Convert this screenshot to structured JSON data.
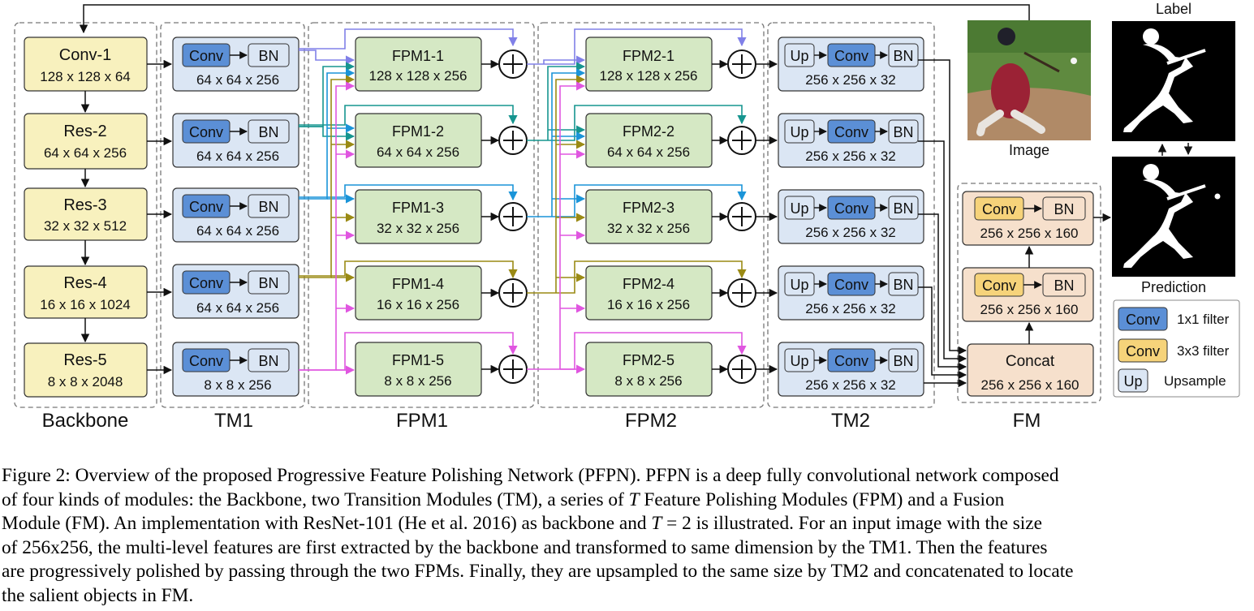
{
  "diagram": {
    "groups": {
      "backbone": "Backbone",
      "tm1": "TM1",
      "fpm1": "FPM1",
      "fpm2": "FPM2",
      "tm2": "TM2",
      "fm": "FM"
    },
    "backbone": [
      {
        "name": "Conv-1",
        "dim": "128 x 128 x 64"
      },
      {
        "name": "Res-2",
        "dim": "64 x 64 x 256"
      },
      {
        "name": "Res-3",
        "dim": "32 x 32 x 512"
      },
      {
        "name": "Res-4",
        "dim": "16 x 16 x 1024"
      },
      {
        "name": "Res-5",
        "dim": "8 x 8 x 2048"
      }
    ],
    "tm1": {
      "conv": "Conv",
      "bn": "BN",
      "dims": [
        "64 x 64 x 256",
        "64 x 64 x 256",
        "64 x 64 x 256",
        "64 x 64 x 256",
        "8 x 8 x 256"
      ]
    },
    "fpm1": [
      {
        "name": "FPM1-1",
        "dim": "128 x 128 x 256"
      },
      {
        "name": "FPM1-2",
        "dim": "64 x 64 x 256"
      },
      {
        "name": "FPM1-3",
        "dim": "32 x 32 x 256"
      },
      {
        "name": "FPM1-4",
        "dim": "16 x 16 x 256"
      },
      {
        "name": "FPM1-5",
        "dim": "8 x 8 x 256"
      }
    ],
    "fpm2": [
      {
        "name": "FPM2-1",
        "dim": "128 x 128 x 256"
      },
      {
        "name": "FPM2-2",
        "dim": "64 x 64 x 256"
      },
      {
        "name": "FPM2-3",
        "dim": "32 x 32 x 256"
      },
      {
        "name": "FPM2-4",
        "dim": "16 x 16 x 256"
      },
      {
        "name": "FPM2-5",
        "dim": "8 x 8 x 256"
      }
    ],
    "tm2": {
      "up": "Up",
      "conv": "Conv",
      "bn": "BN",
      "dim": "256 x 256 x 32"
    },
    "fm": {
      "conv": "Conv",
      "bn": "BN",
      "block_dim": "256 x 256 x 160",
      "concat": "Concat",
      "concat_dim": "256 x 256 x 160"
    },
    "images": {
      "image_label": "Image",
      "label_label": "Label",
      "prediction_label": "Prediction"
    },
    "legend": [
      {
        "key": "Conv",
        "desc": "1x1 filter",
        "color": "#5b8fd6"
      },
      {
        "key": "Conv",
        "desc": "3x3 filter",
        "color": "#f6d37a"
      },
      {
        "key": "Up",
        "desc": "Upsample",
        "color": "#dbe6f4"
      }
    ],
    "colors": {
      "backbone_fill": "#f8f1be",
      "tm_fill": "#dbe6f4",
      "fpm_fill": "#d5e8c4",
      "fm_fill": "#f6e0cc",
      "conv1x1": "#5b8fd6",
      "conv3x3": "#f6d37a",
      "route1": "#8080e8",
      "route2": "#16958f",
      "route3": "#1a94d8",
      "route4": "#9a8a14",
      "route5": "#e056e0"
    }
  },
  "caption": {
    "l1": "Figure 2: Overview of the proposed Progressive Feature Polishing Network (PFPN). PFPN is a deep fully convolutional network composed",
    "l2a": "of four kinds of modules: the Backbone, two Transition Modules (TM), a series of ",
    "l2var": "T",
    "l2b": " Feature Polishing Modules (FPM) and a Fusion",
    "l3a": "Module (FM). An implementation with ResNet-101 (He et al. 2016) as backbone and ",
    "l3var": "T",
    "l3b": " = 2 is illustrated. For an input image with the size",
    "l4": "of 256x256, the multi-level features are first extracted by the backbone and transformed to same dimension by the TM1. Then the features",
    "l5": "are progressively polished by passing through the two FPMs. Finally, they are upsampled to the same size by TM2 and concatenated to locate",
    "l6": "the salient objects in FM."
  }
}
